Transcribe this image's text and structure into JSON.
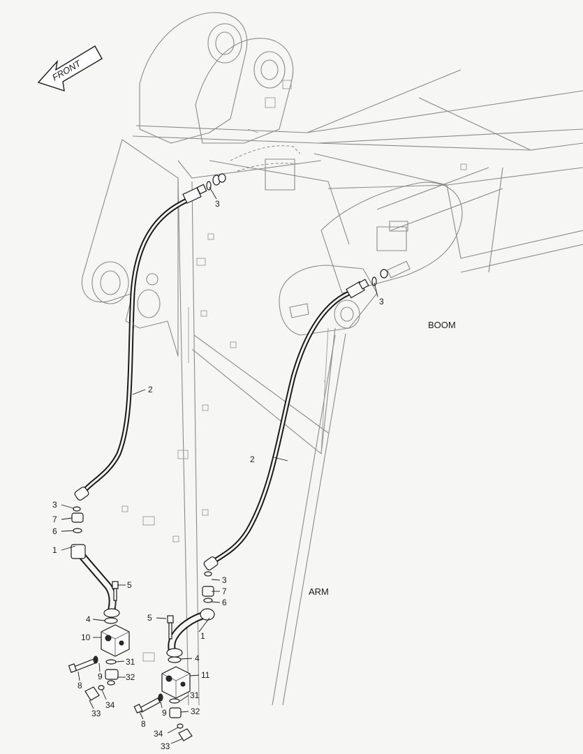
{
  "labels": {
    "front": "FRONT",
    "boom": "BOOM",
    "arm": "ARM"
  },
  "callouts": [
    {
      "id": "c-3a",
      "text": "3"
    },
    {
      "id": "c-3b",
      "text": "3"
    },
    {
      "id": "c-2a",
      "text": "2"
    },
    {
      "id": "c-2b",
      "text": "2"
    },
    {
      "id": "c-3c",
      "text": "3"
    },
    {
      "id": "c-7a",
      "text": "7"
    },
    {
      "id": "c-6a",
      "text": "6"
    },
    {
      "id": "c-1a",
      "text": "1"
    },
    {
      "id": "c-5a",
      "text": "5"
    },
    {
      "id": "c-4a",
      "text": "4"
    },
    {
      "id": "c-10",
      "text": "10"
    },
    {
      "id": "c-31a",
      "text": "31"
    },
    {
      "id": "c-9a",
      "text": "9"
    },
    {
      "id": "c-32a",
      "text": "32"
    },
    {
      "id": "c-8a",
      "text": "8"
    },
    {
      "id": "c-34a",
      "text": "34"
    },
    {
      "id": "c-33a",
      "text": "33"
    },
    {
      "id": "c-3d",
      "text": "3"
    },
    {
      "id": "c-7b",
      "text": "7"
    },
    {
      "id": "c-6b",
      "text": "6"
    },
    {
      "id": "c-5b",
      "text": "5"
    },
    {
      "id": "c-1b",
      "text": "1"
    },
    {
      "id": "c-4b",
      "text": "4"
    },
    {
      "id": "c-11",
      "text": "11"
    },
    {
      "id": "c-31b",
      "text": "31"
    },
    {
      "id": "c-8b",
      "text": "8"
    },
    {
      "id": "c-9b",
      "text": "9"
    },
    {
      "id": "c-32b",
      "text": "32"
    },
    {
      "id": "c-34b",
      "text": "34"
    },
    {
      "id": "c-33b",
      "text": "33"
    }
  ]
}
